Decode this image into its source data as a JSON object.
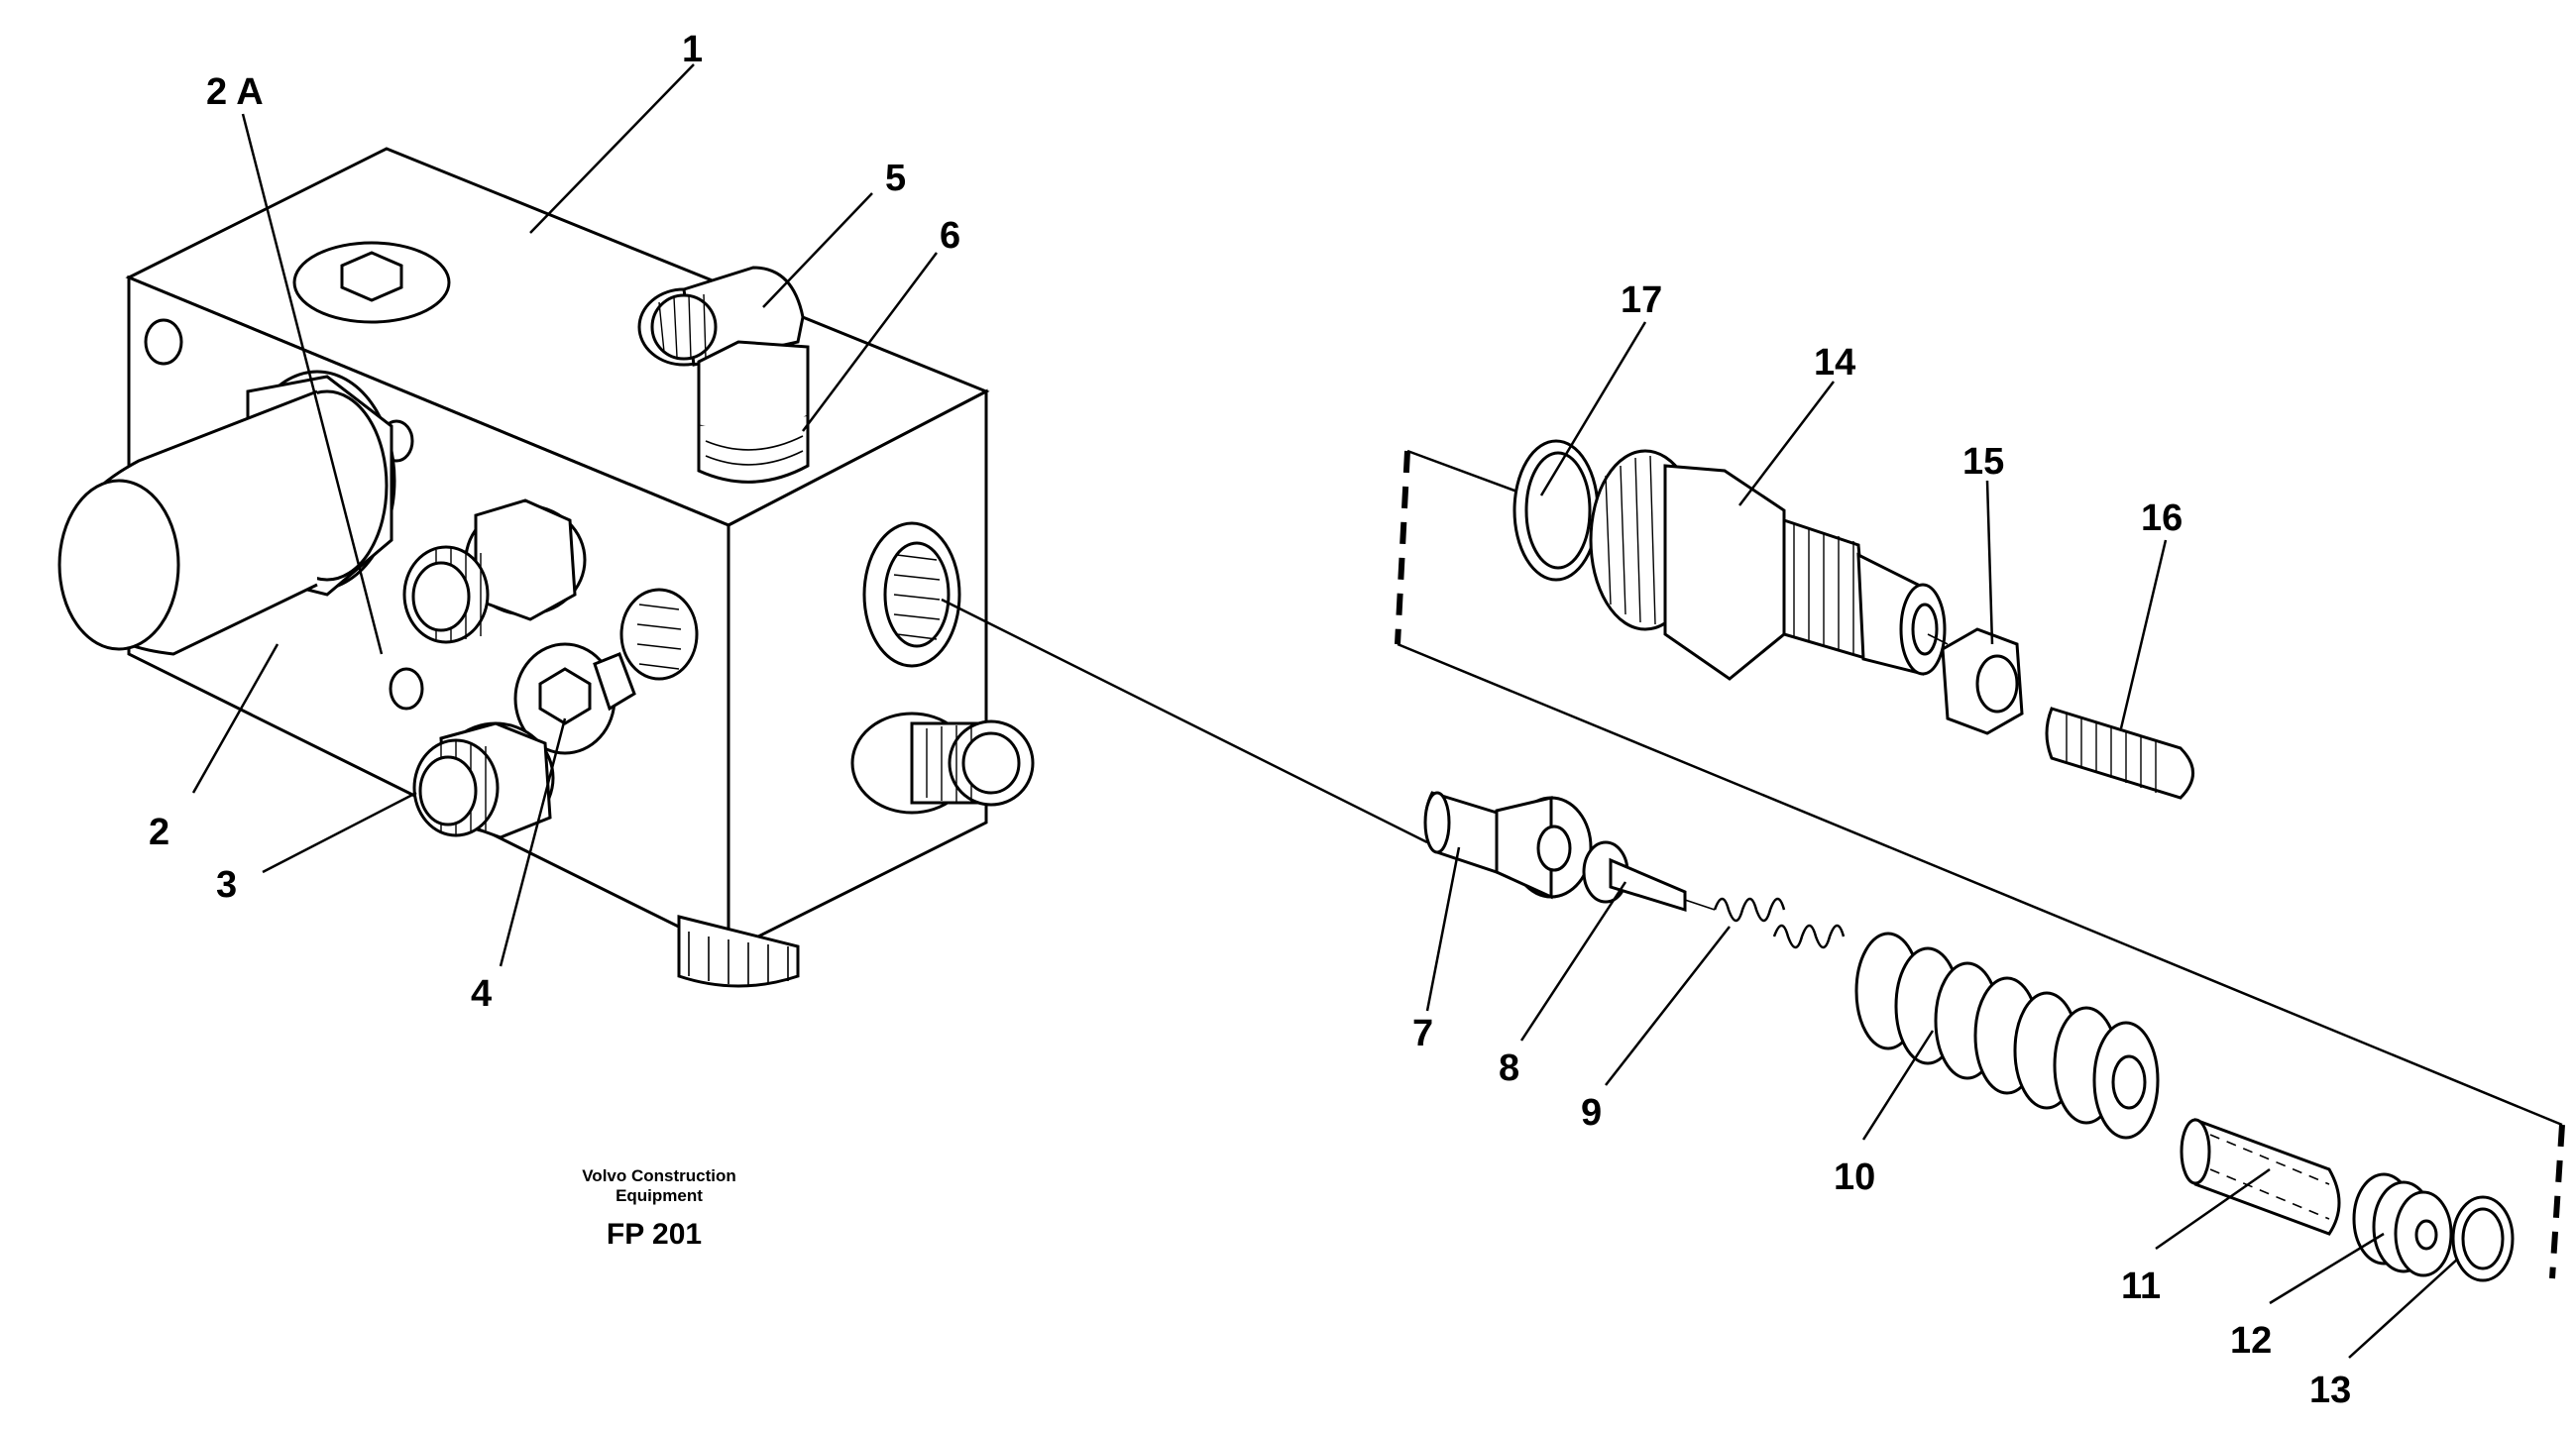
{
  "callouts": {
    "c1": "1",
    "c2a": "2 A",
    "c2": "2",
    "c3": "3",
    "c4": "4",
    "c5": "5",
    "c6": "6",
    "c7": "7",
    "c8": "8",
    "c9": "9",
    "c10": "10",
    "c11": "11",
    "c12": "12",
    "c13": "13",
    "c14": "14",
    "c15": "15",
    "c16": "16",
    "c17": "17"
  },
  "caption": {
    "company_line1": "Volvo Construction",
    "company_line2": "Equipment",
    "figure_code": "FP 201"
  }
}
